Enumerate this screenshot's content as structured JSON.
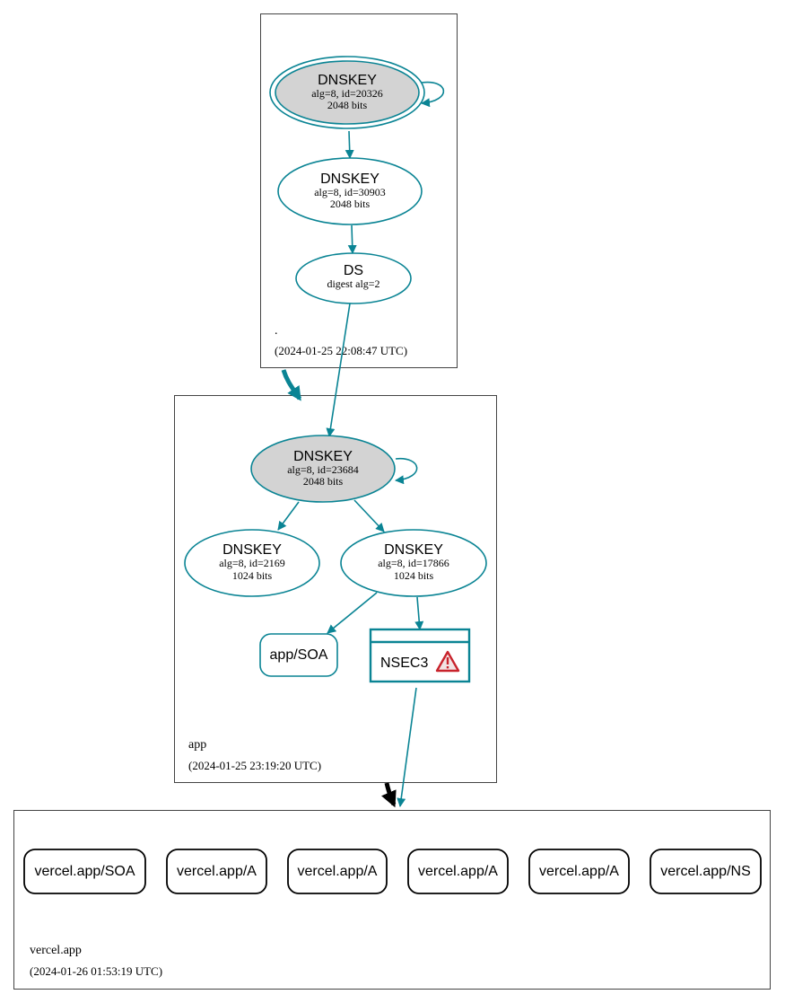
{
  "zones": {
    "root": {
      "name": ".",
      "timestamp": "(2024-01-25 22:08:47 UTC)",
      "ksk": {
        "title": "DNSKEY",
        "line1": "alg=8, id=20326",
        "line2": "2048 bits"
      },
      "zsk": {
        "title": "DNSKEY",
        "line1": "alg=8, id=30903",
        "line2": "2048 bits"
      },
      "ds": {
        "title": "DS",
        "line1": "digest alg=2"
      }
    },
    "app": {
      "name": "app",
      "timestamp": "(2024-01-25 23:19:20 UTC)",
      "ksk": {
        "title": "DNSKEY",
        "line1": "alg=8, id=23684",
        "line2": "2048 bits"
      },
      "key_a": {
        "title": "DNSKEY",
        "line1": "alg=8, id=2169",
        "line2": "1024 bits"
      },
      "key_b": {
        "title": "DNSKEY",
        "line1": "alg=8, id=17866",
        "line2": "1024 bits"
      },
      "soa": "app/SOA",
      "nsec3": "NSEC3"
    },
    "vercel": {
      "name": "vercel.app",
      "timestamp": "(2024-01-26 01:53:19 UTC)",
      "records": [
        "vercel.app/SOA",
        "vercel.app/A",
        "vercel.app/A",
        "vercel.app/A",
        "vercel.app/A",
        "vercel.app/NS"
      ]
    }
  },
  "colors": {
    "edge": "#0a8494",
    "ksk_fill": "#d3d3d3",
    "warning": "#c8232c",
    "insecure_delegation": "#000000"
  },
  "icons": {
    "nsec3_status": "warning-triangle-icon"
  }
}
